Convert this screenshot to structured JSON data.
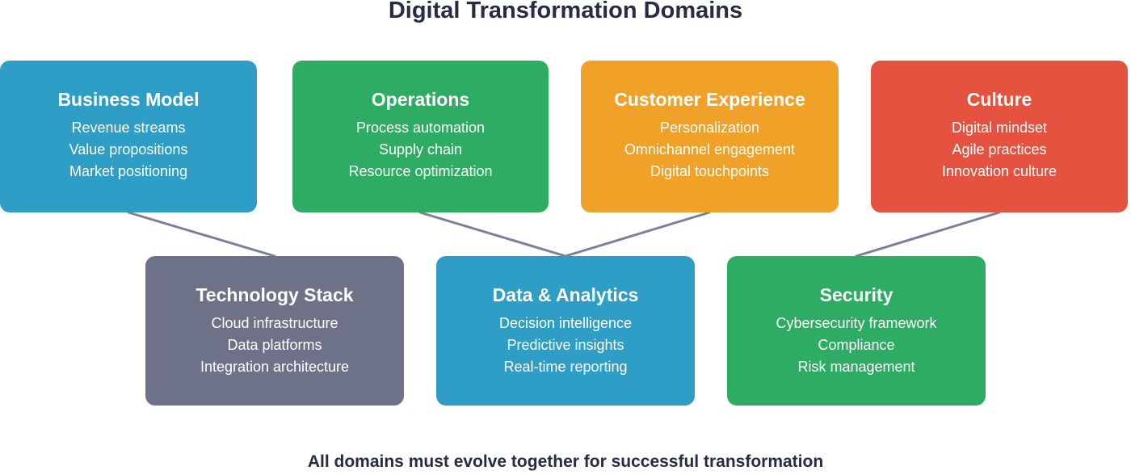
{
  "title": "Digital Transformation Domains",
  "footer": "All domains must evolve together for successful transformation",
  "colors": {
    "teal": "#2E9EC6",
    "green": "#2EAC63",
    "orange": "#F0A128",
    "red": "#E5523F",
    "slate": "#6E7288",
    "connector": "#7B809A",
    "caption_text": "#262C42",
    "card_text": "#FFFFFF"
  },
  "domains": [
    {
      "name": "Business Model",
      "color": "#2E9EC6",
      "items": [
        "Revenue streams",
        "Value propositions",
        "Market positioning"
      ]
    },
    {
      "name": "Operations",
      "color": "#2EAC63",
      "items": [
        "Process automation",
        "Supply chain",
        "Resource optimization"
      ]
    },
    {
      "name": "Customer Experience",
      "color": "#F0A128",
      "items": [
        "Personalization",
        "Omnichannel engagement",
        "Digital touchpoints"
      ]
    },
    {
      "name": "Culture",
      "color": "#E5523F",
      "items": [
        "Digital mindset",
        "Agile practices",
        "Innovation culture"
      ]
    },
    {
      "name": "Technology Stack",
      "color": "#6E7288",
      "items": [
        "Cloud infrastructure",
        "Data platforms",
        "Integration architecture"
      ]
    },
    {
      "name": "Data & Analytics",
      "color": "#2E9EC6",
      "items": [
        "Decision intelligence",
        "Predictive insights",
        "Real-time reporting"
      ]
    },
    {
      "name": "Security",
      "color": "#2EAC63",
      "items": [
        "Cybersecurity framework",
        "Compliance",
        "Risk management"
      ]
    }
  ],
  "connections": [
    {
      "from": "Business Model",
      "to": "Technology Stack"
    },
    {
      "from": "Operations",
      "to": "Data & Analytics"
    },
    {
      "from": "Customer Experience",
      "to": "Data & Analytics"
    },
    {
      "from": "Culture",
      "to": "Security"
    }
  ]
}
